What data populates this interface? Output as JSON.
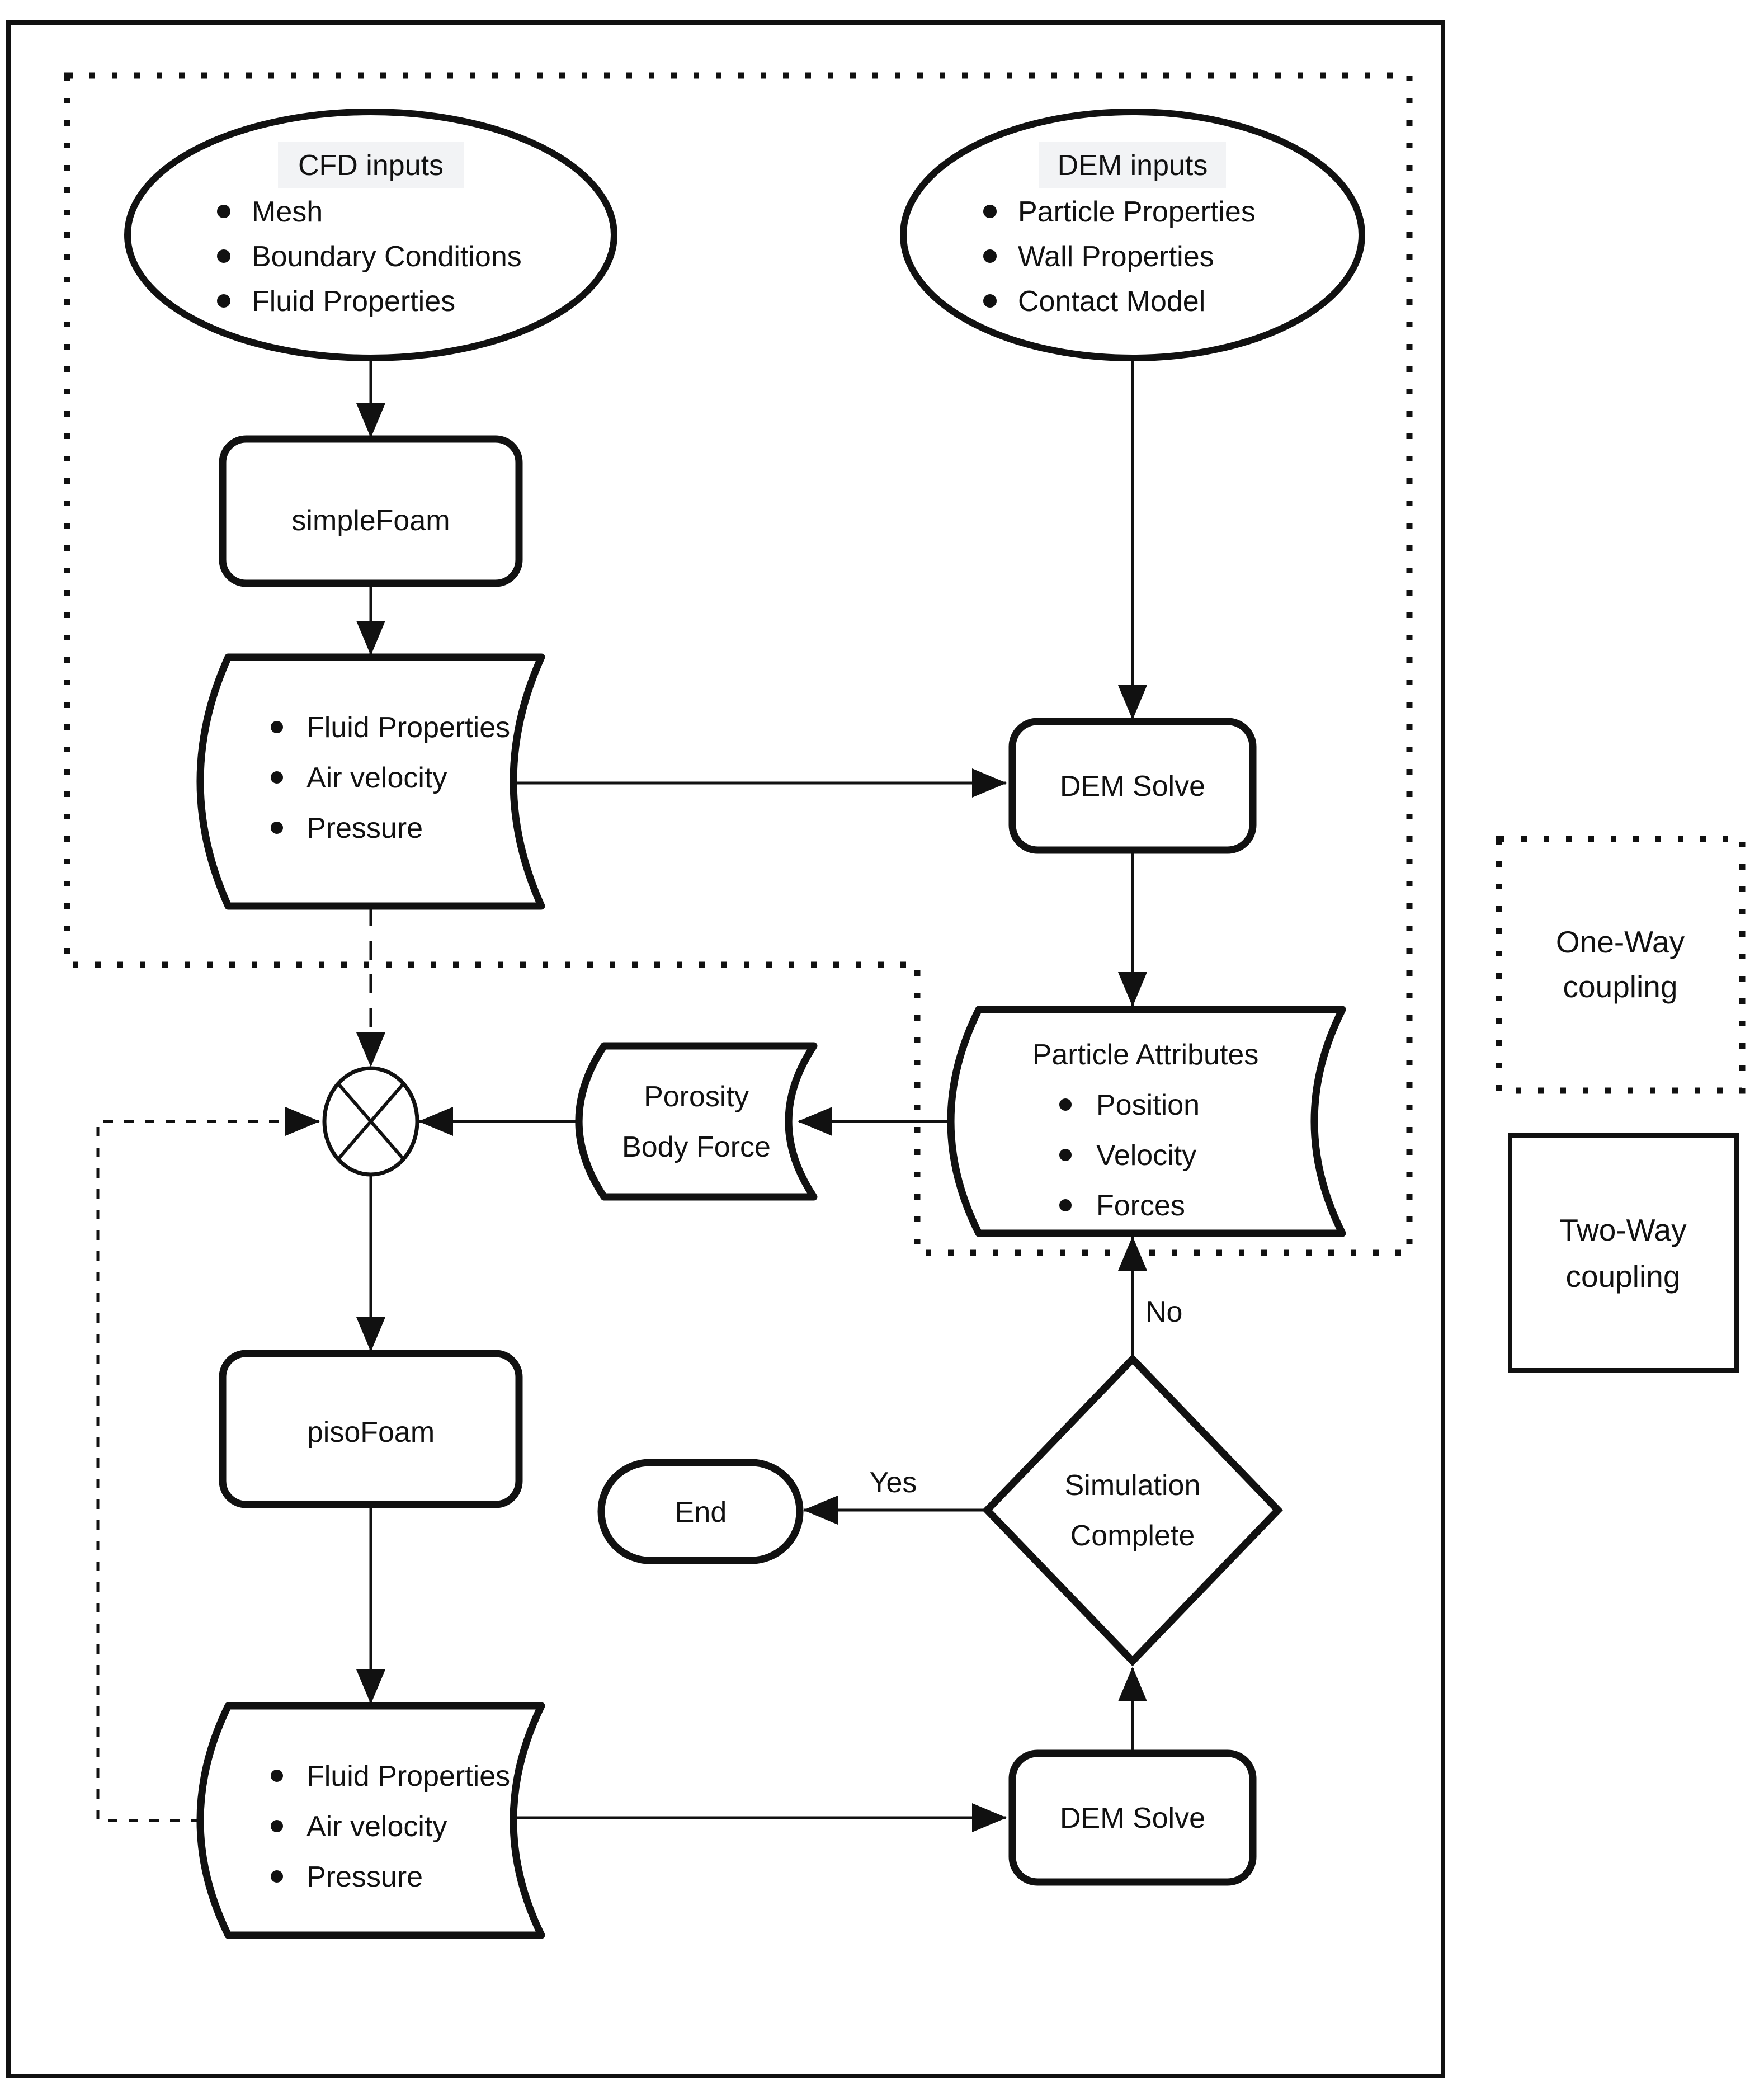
{
  "diagram": {
    "nodes": {
      "cfd_inputs": {
        "title": "CFD inputs",
        "items": [
          "Mesh",
          "Boundary Conditions",
          "Fluid Properties"
        ]
      },
      "dem_inputs": {
        "title": "DEM inputs",
        "items": [
          "Particle Properties",
          "Wall Properties",
          "Contact Model"
        ]
      },
      "simplefoam": {
        "label": "simpleFoam"
      },
      "fluid_store_top": {
        "items": [
          "Fluid Properties",
          "Air velocity",
          "Pressure"
        ]
      },
      "dem_solve_top": {
        "label": "DEM Solve"
      },
      "particle_attributes": {
        "title": "Particle Attributes",
        "items": [
          "Position",
          "Velocity",
          "Forces"
        ]
      },
      "porosity_body_force": {
        "line1": "Porosity",
        "line2": "Body Force"
      },
      "pisofoam": {
        "label": "pisoFoam"
      },
      "fluid_store_bottom": {
        "items": [
          "Fluid Properties",
          "Air velocity",
          "Pressure"
        ]
      },
      "dem_solve_bottom": {
        "label": "DEM Solve"
      },
      "simulation_complete": {
        "line1": "Simulation",
        "line2": "Complete"
      },
      "end_terminal": {
        "label": "End"
      }
    },
    "edge_labels": {
      "yes": "Yes",
      "no": "No"
    },
    "legend": {
      "one_way": {
        "line1": "One-Way",
        "line2": "coupling"
      },
      "two_way": {
        "line1": "Two-Way",
        "line2": "coupling"
      }
    }
  },
  "colors": {
    "ink": "#111111",
    "paper": "#ffffff",
    "title_highlight": "#f2f3f5"
  }
}
